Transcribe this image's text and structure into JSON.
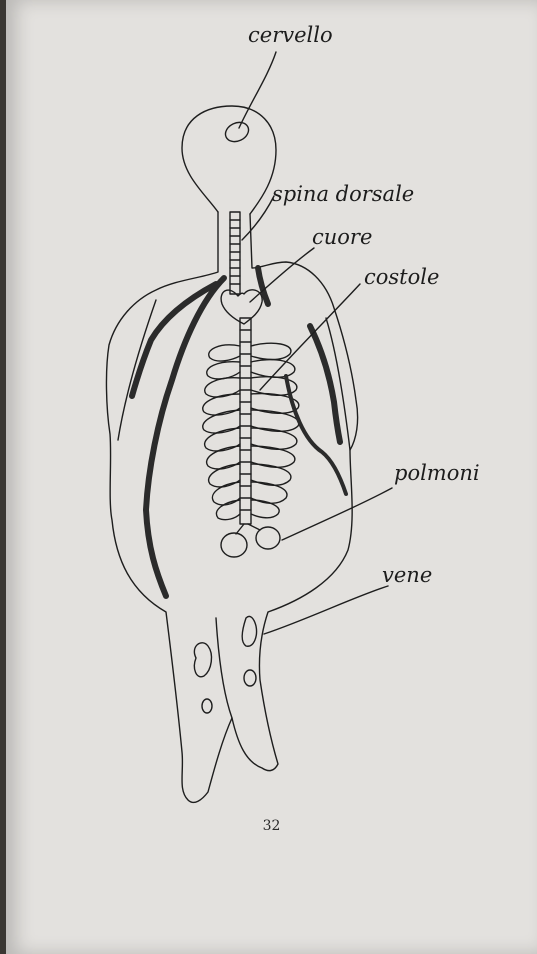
{
  "labels": {
    "cervello": "cervello",
    "spina_dorsale": "spina dorsale",
    "cuore": "cuore",
    "costole": "costole",
    "polmoni": "polmoni",
    "vene": "vene"
  },
  "page_number": "32",
  "colors": {
    "paper": "#e3e1de",
    "ink": "#1e1e1e"
  }
}
